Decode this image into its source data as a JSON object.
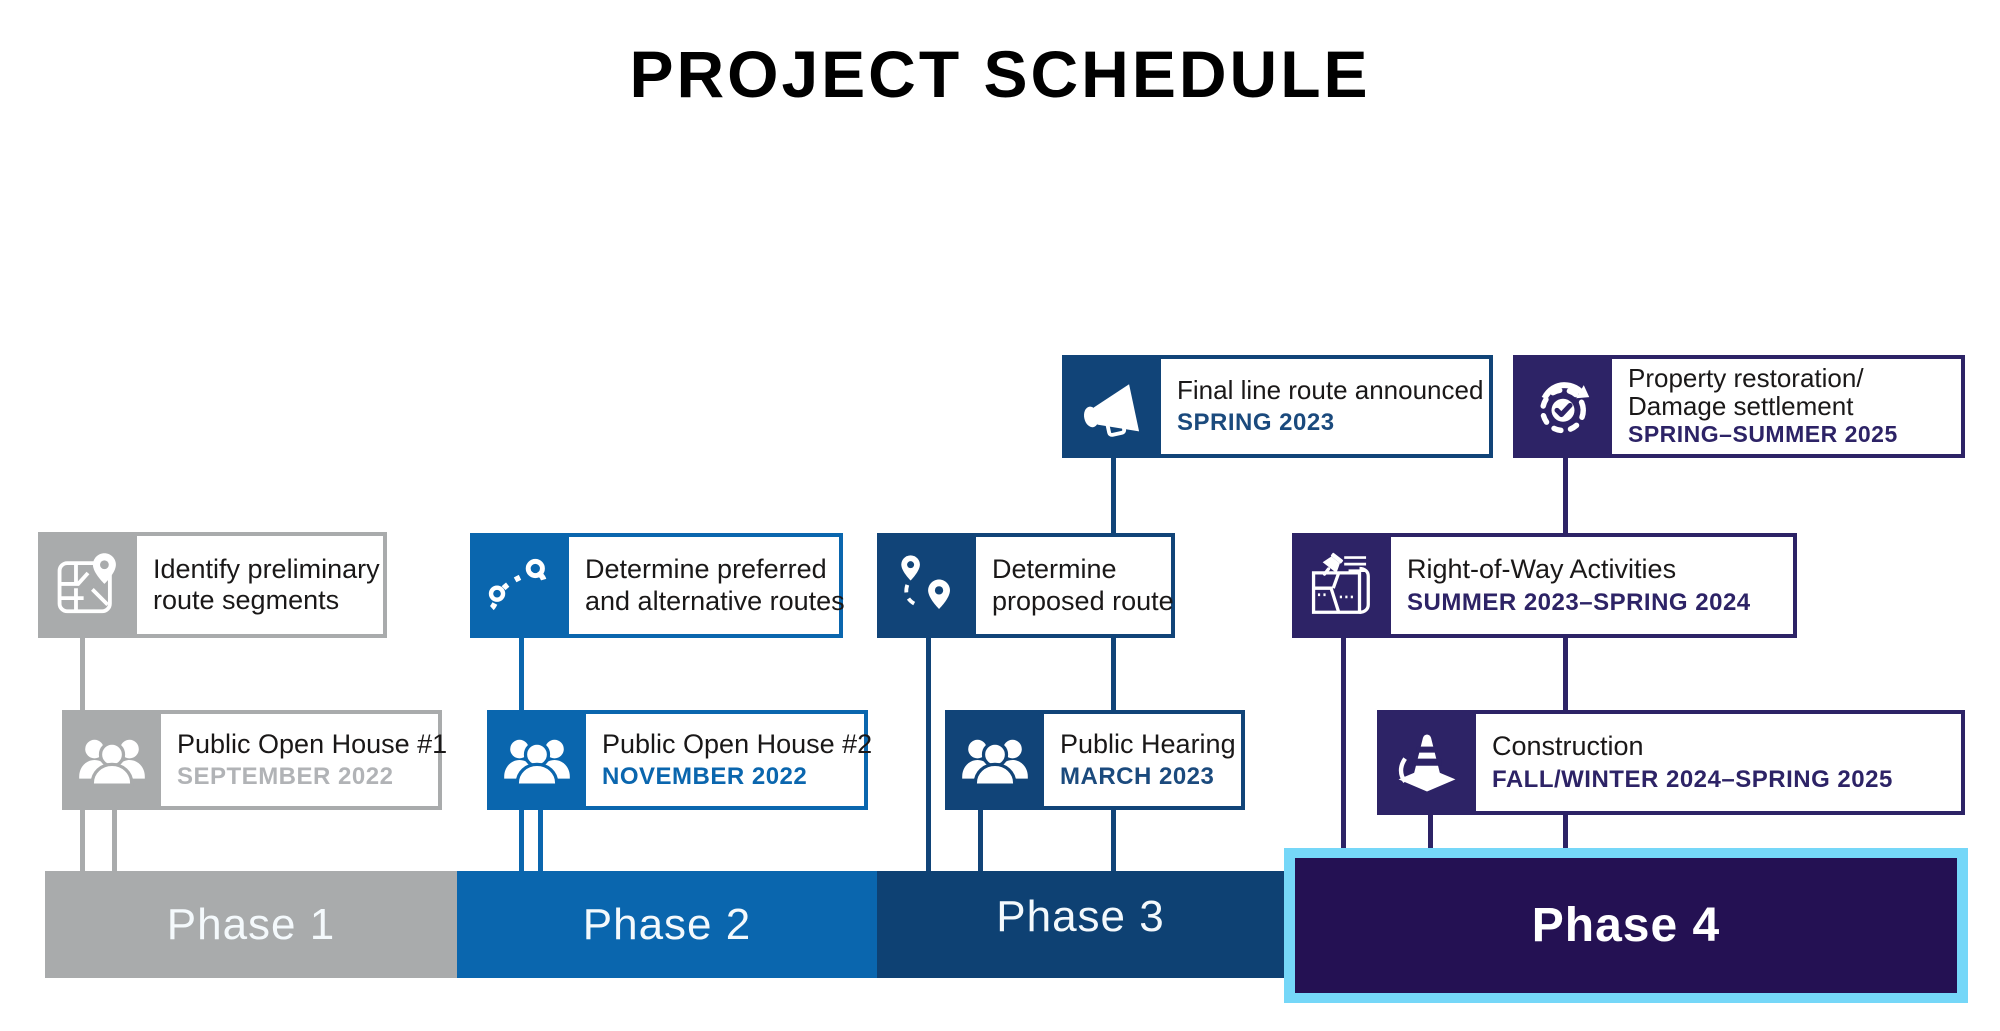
{
  "title": "PROJECT SCHEDULE",
  "colors": {
    "phase1_gray": "#a9abac",
    "phase2_blue": "#0a66ae",
    "phase3_navy": "#114478",
    "phase4_purple": "#2d2366",
    "phase4_bar": "#241153",
    "highlight_cyan": "#75d7f8",
    "gray_date_text": "#b1b3b6",
    "label_black": "#1a1818"
  },
  "phases": [
    {
      "label": "Phase 1",
      "highlighted": false
    },
    {
      "label": "Phase 2",
      "highlighted": false
    },
    {
      "label": "Phase 3",
      "highlighted": false
    },
    {
      "label": "Phase 4",
      "highlighted": true
    }
  ],
  "milestones": [
    {
      "icon": "map-route-icon",
      "lines": [
        "Identify preliminary",
        "route segments"
      ],
      "date": ""
    },
    {
      "icon": "people-group-icon",
      "lines": [
        "Public Open House #1"
      ],
      "date": "SEPTEMBER 2022"
    },
    {
      "icon": "dotted-route-icon",
      "lines": [
        "Determine preferred",
        "and alternative routes"
      ],
      "date": ""
    },
    {
      "icon": "people-group-icon",
      "lines": [
        "Public Open House #2"
      ],
      "date": "NOVEMBER 2022"
    },
    {
      "icon": "map-pins-route-icon",
      "lines": [
        "Determine",
        "proposed route"
      ],
      "date": ""
    },
    {
      "icon": "people-group-icon",
      "lines": [
        "Public Hearing"
      ],
      "date": "MARCH 2023"
    },
    {
      "icon": "megaphone-icon",
      "lines": [
        "Final line route announced"
      ],
      "date": "SPRING 2023"
    },
    {
      "icon": "restore-check-icon",
      "lines": [
        "Property restoration/",
        "Damage settlement"
      ],
      "date": "SPRING–SUMMER 2025"
    },
    {
      "icon": "map-pushpin-icon",
      "lines": [
        "Right-of-Way Activities"
      ],
      "date": "SUMMER 2023–SPRING 2024"
    },
    {
      "icon": "traffic-cone-icon",
      "lines": [
        "Construction"
      ],
      "date": "FALL/WINTER 2024–SPRING 2025"
    }
  ]
}
